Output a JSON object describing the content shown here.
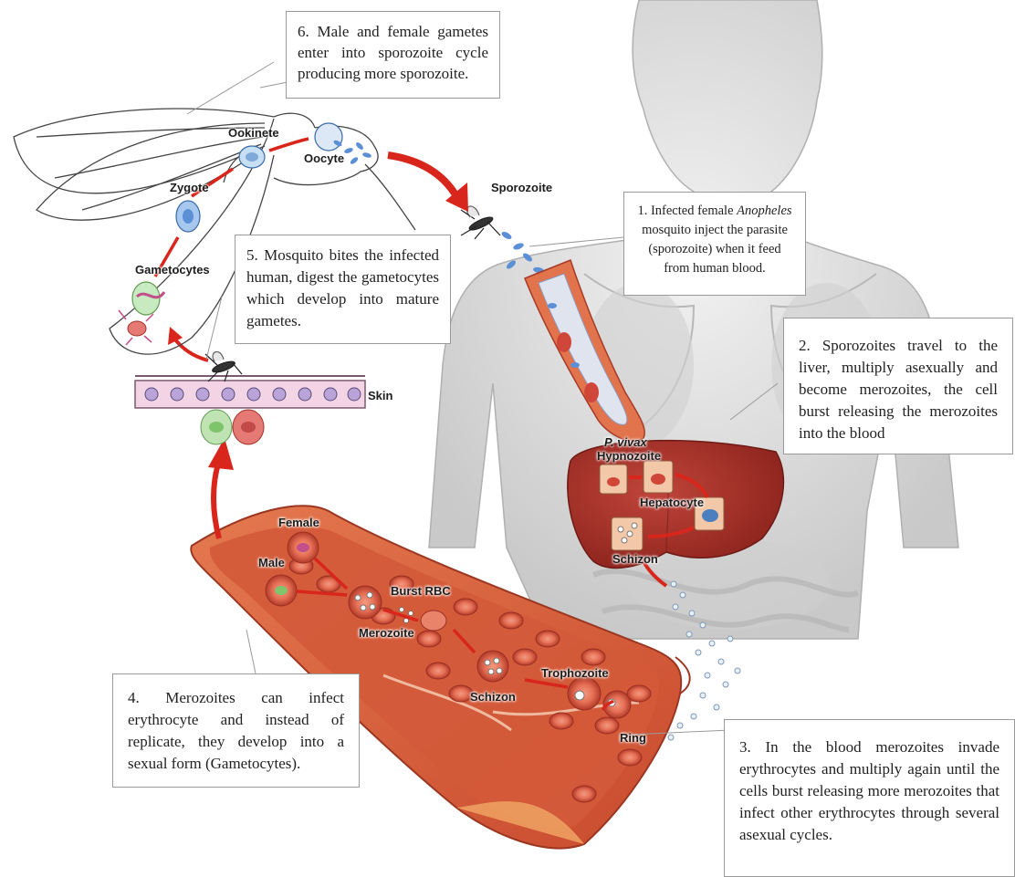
{
  "notes": {
    "n1": {
      "pre": "1. Infected female ",
      "italic": "Anopheles",
      "post": " mosquito inject the parasite (sporozoite) when it feed from human blood."
    },
    "n2": "2. Sporozoites travel to the liver, multiply asexually and become merozoites, the cell burst releasing the merozoites into the blood",
    "n3": "3. In the blood merozoites invade erythrocytes and multiply again until the cells burst releasing more merozoites that infect other erythrocytes through several asexual cycles.",
    "n4": "4. Merozoites can infect erythrocyte and instead of replicate, they develop into a sexual form (Gametocytes).",
    "n5": "5. Mosquito bites the infected human, digest the gametocytes which develop into mature gametes.",
    "n6": "6. Male and female gametes enter into sporozoite cycle producing more sporozoite."
  },
  "labels": {
    "ookinete": "Ookinete",
    "oocyte": "Oocyte",
    "zygote": "Zygote",
    "gametocytes": "Gametocytes",
    "skin": "Skin",
    "sporozoite": "Sporozoite",
    "p_vivax": "P. vivax",
    "hypnozoite": "Hypnozoite",
    "hepatocyte": "Hepatocyte",
    "schizon_liver": "Schizon",
    "female": "Female",
    "male": "Male",
    "burst_rbc": "Burst RBC",
    "merozoite": "Merozoite",
    "trophozoite": "Trophozoite",
    "schizon_blood": "Schizon",
    "ring": "Ring"
  },
  "colors": {
    "arrow": "#d8261c",
    "liver": "#9e2a22",
    "vessel": "#d5553a",
    "rbc": "#d04a36",
    "body": "#dcdcdc"
  }
}
